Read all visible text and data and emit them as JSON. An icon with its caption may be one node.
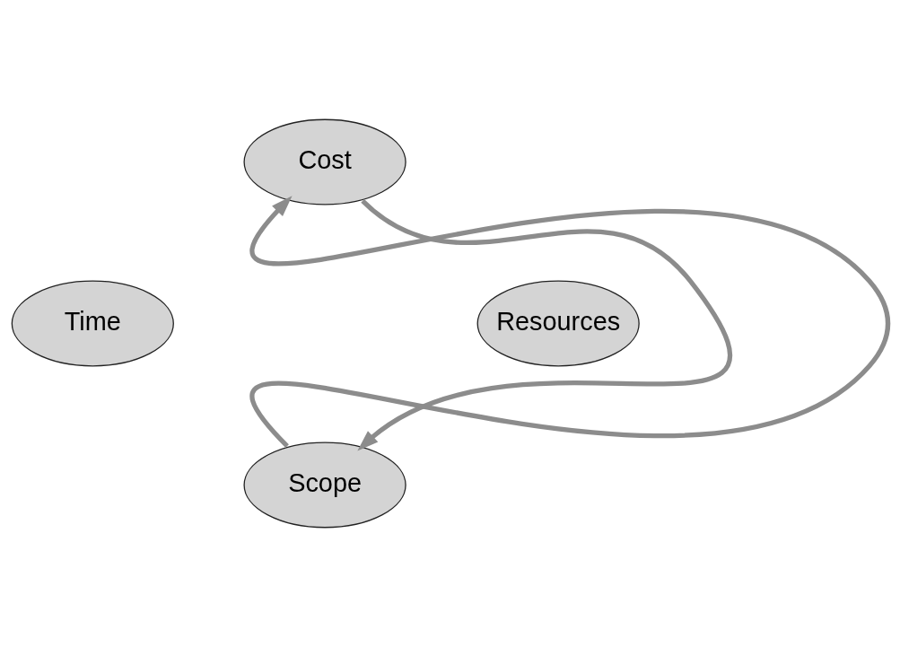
{
  "diagram": {
    "nodes": [
      {
        "text": [
          "Cost"
        ]
      },
      {
        "text": [
          "Time"
        ]
      },
      {
        "text": [
          "Resources"
        ]
      },
      {
        "text": [
          "Scope"
        ]
      }
    ],
    "edges": [
      {
        "from": 3,
        "to": 0,
        "arrow": "to"
      },
      {
        "from": 0,
        "to": 3,
        "arrow": "to"
      }
    ]
  }
}
